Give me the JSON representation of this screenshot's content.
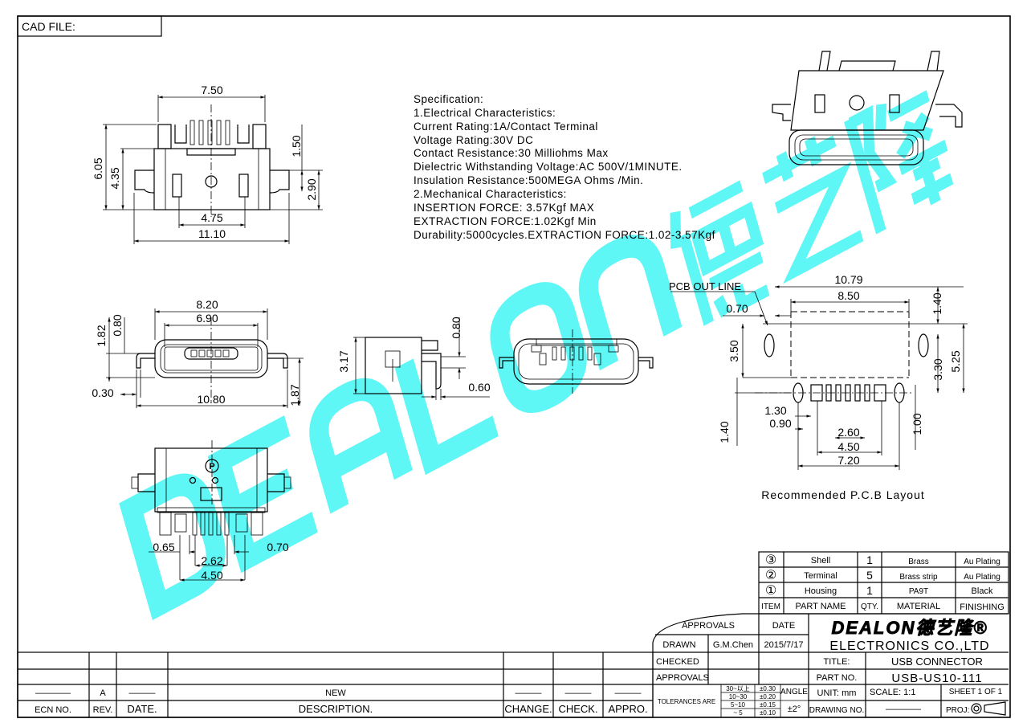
{
  "cad_file_label": "CAD FILE:",
  "specification": {
    "lines": [
      "Specification:",
      "1.Electrical Characteristics:",
      "Current Rating:1A/Contact Terminal",
      "Voltage Rating:30V DC",
      "Contact Resistance:30 Milliohms Max",
      "Dielectric Withstanding Voltage:AC 500V/1MINUTE.",
      "Insulation Resistance:500MEGA Ohms /Min.",
      "2.Mechanical Characteristics:",
      "INSERTION FORCE: 3.57Kgf MAX",
      "EXTRACTION FORCE:1.02Kgf Min",
      "Durability:5000cycles.EXTRACTION FORCE:1.02-3.57Kgf"
    ]
  },
  "dimensions": {
    "top_view": {
      "width_pins": "7.50",
      "height_total": "6.05",
      "height_body": "4.35",
      "tab_offset": "1.50",
      "tab_height": "2.90",
      "hole_pitch": "4.75",
      "width_total": "11.10"
    },
    "front_view": {
      "outer_width": "8.20",
      "opening_width": "6.90",
      "height": "1.82",
      "top_offset": "0.80",
      "leg_thickness": "0.30",
      "leg_span": "10.80",
      "leg_height": "1.87"
    },
    "side_view": {
      "height": "3.17",
      "tail_height": "0.80",
      "tail_offset": "0.60"
    },
    "bottom_view": {
      "left_gap": "0.65",
      "pin_span": "2.62",
      "pin_outer": "4.50",
      "right_gap": "0.70"
    }
  },
  "pcb_layout": {
    "outline_label": "PCB OUT LINE",
    "d_10_79": "10.79",
    "d_8_50": "8.50",
    "d_0_70": "0.70",
    "d_3_50": "3.50",
    "d_1_40_top": "1.40",
    "d_5_25": "5.25",
    "d_3_30": "3.30",
    "d_1_30": "1.30",
    "d_0_90": "0.90",
    "d_2_60": "2.60",
    "d_4_50": "4.50",
    "d_7_20": "7.20",
    "d_1_40_bottom": "1.40",
    "d_1_00": "1.00",
    "caption": "Recommended P.C.B Layout"
  },
  "bottom_view_mark": "P",
  "bom": {
    "rows": [
      {
        "item": "③",
        "part_name": "Shell",
        "qty": "1",
        "material": "Brass",
        "finishing": "Au Plating"
      },
      {
        "item": "②",
        "part_name": "Terminal",
        "qty": "5",
        "material": "Brass strip",
        "finishing": "Au Plating"
      },
      {
        "item": "①",
        "part_name": "Housing",
        "qty": "1",
        "material": "PA9T",
        "finishing": "Black"
      }
    ],
    "headers": {
      "item": "ITEM",
      "part_name": "PART NAME",
      "qty": "QTY.",
      "material": "MATERIAL",
      "finishing": "FINISHING"
    }
  },
  "title_block": {
    "approvals_header": "APPROVALS",
    "date_header": "DATE",
    "drawn_label": "DRAWN",
    "drawn_by": "G.M.Chen",
    "drawn_date": "2015/7/17",
    "checked_label": "CHECKED",
    "approvals_label": "APPROVALS",
    "company_logo": "DEALON德艺隆®",
    "company_name": "ELECTRONICS CO.,LTD",
    "title_label": "TITLE:",
    "title_value": "USB CONNECTOR",
    "part_no_label": "PART NO.",
    "part_no_value": "USB-US10-111",
    "tolerances_label": "TOLERANCES ARE",
    "tolerances": [
      {
        "range": "30~以上",
        "value": "±0.30"
      },
      {
        "range": "10~30",
        "value": "±0.20"
      },
      {
        "range": "5~10",
        "value": "±0.15"
      },
      {
        "range": "~ 5",
        "value": "±0.10"
      }
    ],
    "angle_label": "ANGLE",
    "angle_value": "±2°",
    "unit": "UNIT: mm",
    "scale": "SCALE:  1:1",
    "sheet": "SHEET  1 OF 1",
    "drawing_no_label": "DRAWING NO.",
    "drawing_no_value": "————",
    "projection_label": "PROJ:"
  },
  "revision_table": {
    "headers": {
      "ecn": "ECN NO.",
      "rev": "REV.",
      "date": "DATE.",
      "description": "DESCRIPTION.",
      "change": "CHANGE.",
      "check": "CHECK.",
      "appro": "APPRO."
    },
    "row": {
      "ecn": "————",
      "rev": "A",
      "date": "———",
      "description": "NEW",
      "change": "———",
      "check": "———",
      "appro": "———"
    }
  },
  "watermark": {
    "text": "DEALON",
    "cjk": "德艺隆",
    "color": "#5ff6f6"
  }
}
